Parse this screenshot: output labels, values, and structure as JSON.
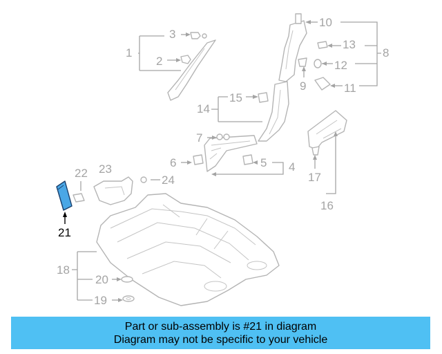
{
  "callouts": {
    "c1": "1",
    "c2": "2",
    "c3": "3",
    "c4": "4",
    "c5": "5",
    "c6": "6",
    "c7": "7",
    "c8": "8",
    "c9": "9",
    "c10": "10",
    "c11": "11",
    "c12": "12",
    "c13": "13",
    "c14": "14",
    "c15": "15",
    "c16": "16",
    "c17": "17",
    "c18": "18",
    "c19": "19",
    "c20": "20",
    "c21": "21",
    "c22": "22",
    "c23": "23",
    "c24": "24"
  },
  "colors": {
    "banner_bg": "#4fc0f3",
    "highlight_part": "#4aa7e6",
    "line_art": "#b4b4b4",
    "callout_text": "#a4a4a4"
  },
  "banner": {
    "line1": "Part or sub-assembly is #21 in diagram",
    "line2": "Diagram may not be specific to your vehicle"
  }
}
